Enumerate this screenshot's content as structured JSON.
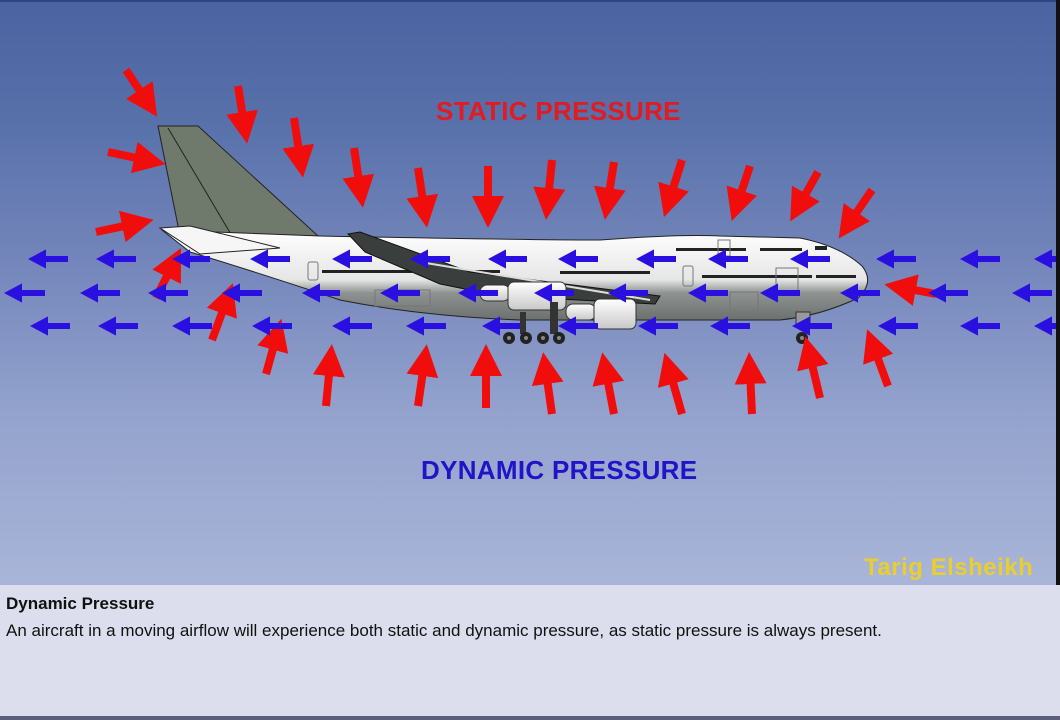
{
  "diagram": {
    "labels": {
      "static_pressure": "STATIC PRESSURE",
      "dynamic_pressure": "DYNAMIC PRESSURE"
    },
    "watermark": "Tarig Elsheikh",
    "colors": {
      "static_arrows": "#f20d0d",
      "dynamic_arrows": "#2a10e0",
      "sky_top": "#4b63a0",
      "sky_bottom": "#a9b5d8",
      "fuselage": "#f2f2f2",
      "tail": "#6f7a6c"
    },
    "subject": "Boeing 747 aircraft in level flight",
    "static_arrows_direction": "inward toward aircraft from all sides",
    "dynamic_arrows_direction": "horizontal, right to left (airflow)"
  },
  "caption": {
    "title": "Dynamic Pressure",
    "text": "An aircraft in a moving airflow will experience both static and dynamic pressure, as static pressure is always present."
  }
}
